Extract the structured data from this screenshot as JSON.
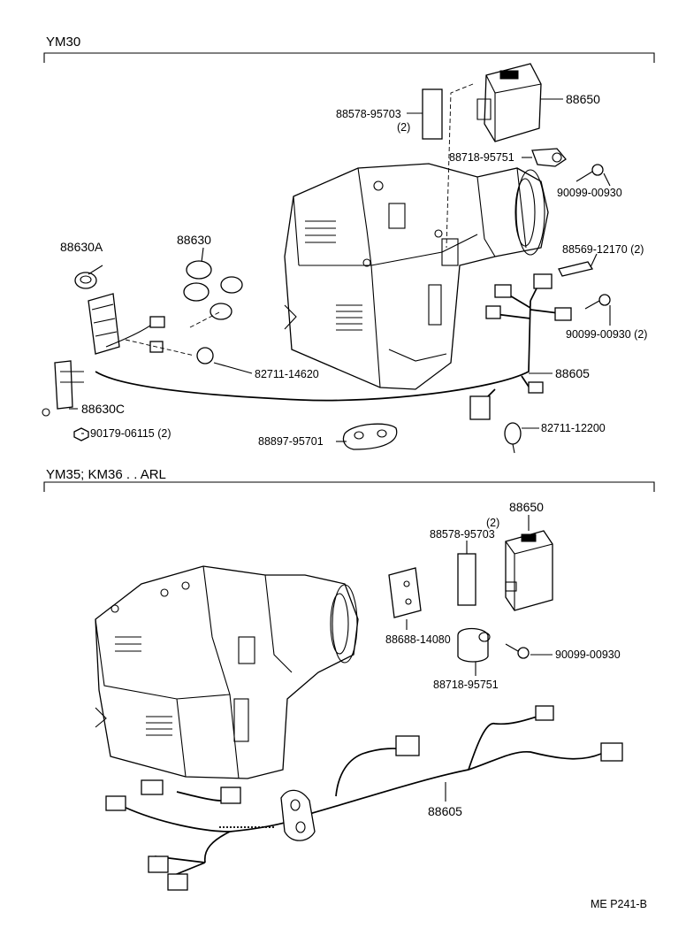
{
  "sections": [
    {
      "title": "YM30"
    },
    {
      "title": "YM35; KM36 . . ARL"
    }
  ],
  "labels": {
    "s1_88650": "88650",
    "s1_88578": "88578-95703",
    "s1_88578_qty": "(2)",
    "s1_88718": "88718-95751",
    "s1_90099_a": "90099-00930",
    "s1_88630A": "88630A",
    "s1_88630": "88630",
    "s1_88569": "88569-12170 (2)",
    "s1_90099_b": "90099-00930 (2)",
    "s1_82711_14620": "82711-14620",
    "s1_88605": "88605",
    "s1_88630C": "88630C",
    "s1_82711_12200": "82711-12200",
    "s1_90179": "90179-06115 (2)",
    "s1_88897": "88897-95701",
    "s2_88650": "88650",
    "s2_qty": "(2)",
    "s2_88578": "88578-95703",
    "s2_88688": "88688-14080",
    "s2_90099": "90099-00930",
    "s2_88718": "88718-95751",
    "s2_88605": "88605"
  },
  "footer": {
    "code": "ME P241-B"
  }
}
